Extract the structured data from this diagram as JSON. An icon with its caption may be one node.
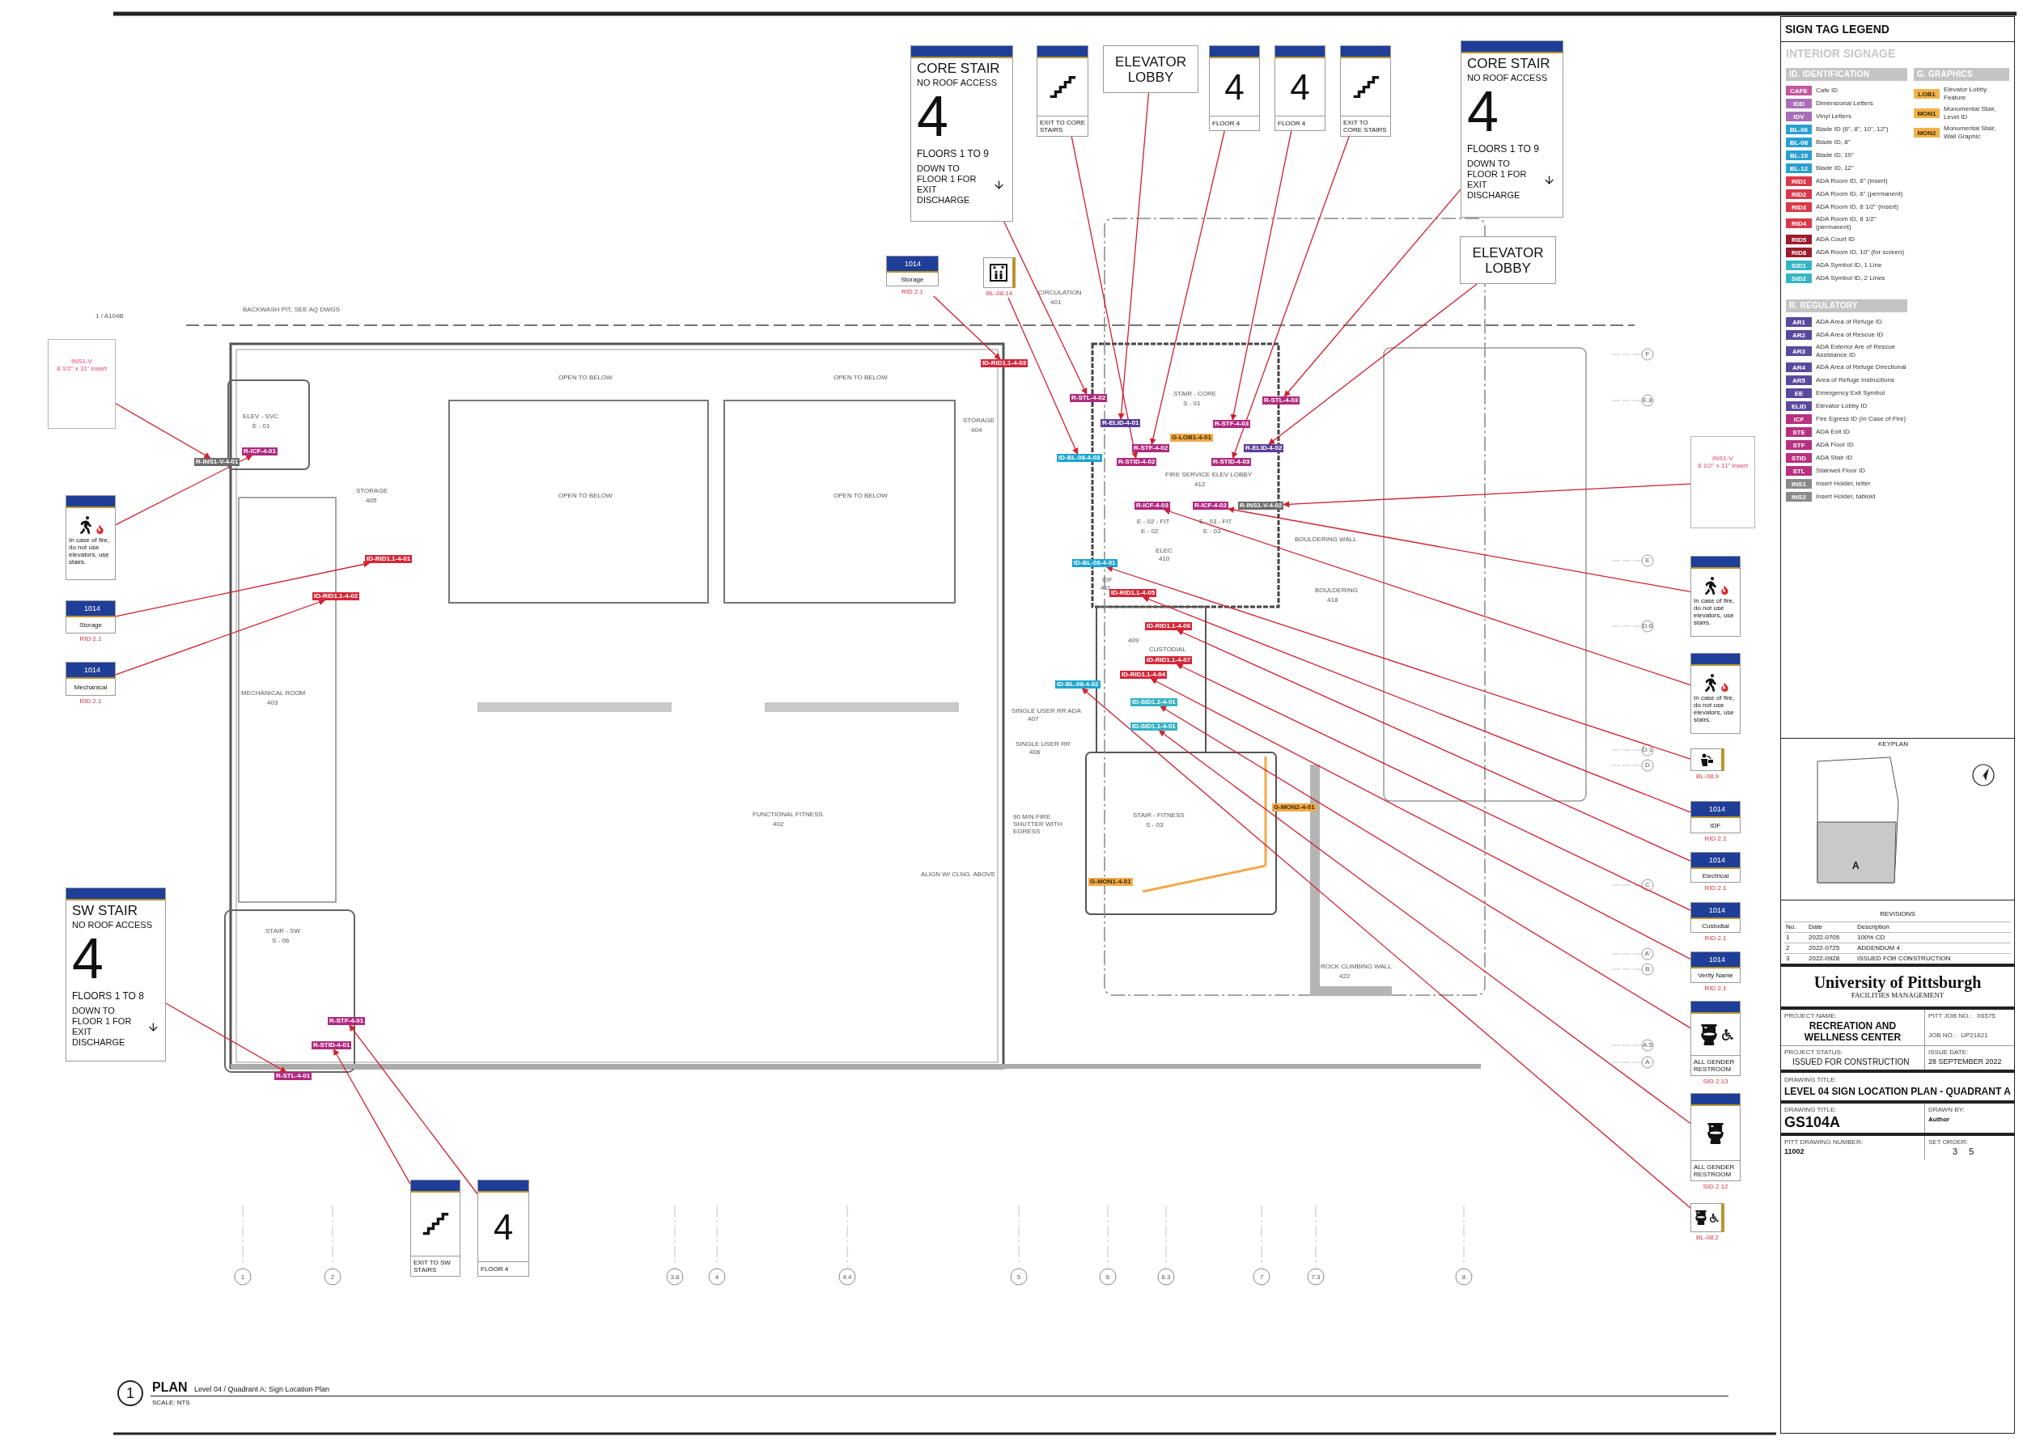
{
  "diagram": {
    "title": "LEVEL 04 SIGN LOCATION PLAN - QUADRANT A",
    "nodes": [
      {
        "text": [
          "CORE STAIR",
          "NO ROOF ACCESS",
          "4",
          "FLOORS 1 TO 9",
          "DOWN TO FLOOR 1 FOR EXIT DISCHARGE"
        ]
      },
      {
        "text": [
          "EXIT TO CORE STAIRS"
        ]
      },
      {
        "text": [
          "ELEVATOR LOBBY"
        ]
      },
      {
        "text": [
          "4",
          "FLOOR 4"
        ]
      },
      {
        "text": [
          "4",
          "FLOOR 4"
        ]
      },
      {
        "text": [
          "EXIT TO CORE STAIRS"
        ]
      },
      {
        "text": [
          "CORE STAIR",
          "NO ROOF ACCESS",
          "4",
          "FLOORS 1 TO 9",
          "DOWN TO FLOOR 1 FOR EXIT DISCHARGE"
        ]
      },
      {
        "text": [
          "ELEVATOR LOBBY"
        ]
      },
      {
        "text": [
          "1014",
          "Storage"
        ],
        "beside": [
          "RID 2.1"
        ]
      },
      {
        "text": [],
        "shape": "picture",
        "beside": [
          "BL-08.14"
        ]
      },
      {
        "text": [
          "INS1-V",
          "8 1/2\" x 11\" insert"
        ]
      },
      {
        "text": [
          "In case of fire, do not use elevators, use stairs."
        ]
      },
      {
        "text": [
          "1014",
          "Storage"
        ],
        "beside": [
          "RID 2.1"
        ]
      },
      {
        "text": [
          "1014",
          "Mechanical"
        ],
        "beside": [
          "RID 2.1"
        ]
      },
      {
        "text": [
          "SW STAIR",
          "NO ROOF ACCESS",
          "4",
          "FLOORS 1 TO 8",
          "DOWN TO FLOOR 1 FOR EXIT DISCHARGE"
        ]
      },
      {
        "text": [
          "INS1-V",
          "8 1/2\" x 11\" insert"
        ]
      },
      {
        "text": [
          "In case of fire, do not use elevators, use stairs."
        ]
      },
      {
        "text": [
          "In case of fire, do not use elevators, use stairs."
        ]
      },
      {
        "text": [],
        "shape": "picture",
        "beside": [
          "BL-08.9"
        ]
      },
      {
        "text": [
          "1014",
          "IDF"
        ],
        "beside": [
          "RID 2.1"
        ]
      },
      {
        "text": [
          "1014",
          "Electrical"
        ],
        "beside": [
          "RID 2.1"
        ]
      },
      {
        "text": [
          "1014",
          "Custodial"
        ],
        "beside": [
          "RID 2.1"
        ]
      },
      {
        "text": [
          "1014",
          "Verify Name"
        ],
        "beside": [
          "RID 2.1"
        ]
      },
      {
        "text": [
          "ALL GENDER RESTROOM"
        ],
        "beside": [
          "SID 2.13"
        ]
      },
      {
        "text": [
          "ALL GENDER RESTROOM"
        ],
        "beside": [
          "SID 2.12"
        ]
      },
      {
        "text": [],
        "shape": "picture",
        "beside": [
          "BL-08.2"
        ]
      },
      {
        "text": [
          "EXIT TO SW STAIRS"
        ]
      },
      {
        "text": [
          "4",
          "FLOOR 4"
        ]
      },
      {
        "text": [
          "R-ICF-4-01"
        ]
      },
      {
        "text": [
          "R-INS1-V-4-01"
        ]
      },
      {
        "text": [
          "ID-RID1.1-4-01"
        ]
      },
      {
        "text": [
          "ID-RID1.1-4-02"
        ]
      },
      {
        "text": [
          "R-STL-4-01"
        ]
      },
      {
        "text": [
          "R-STID-4-01"
        ]
      },
      {
        "text": [
          "R-STF-4-01"
        ]
      },
      {
        "text": [
          "ID-RID1.1-4-03"
        ]
      },
      {
        "text": [
          "R-STL-4-02"
        ]
      },
      {
        "text": [
          "R-ELID-4-01"
        ]
      },
      {
        "text": [
          "R-STF-4-02"
        ]
      },
      {
        "text": [
          "R-STID-4-02"
        ]
      },
      {
        "text": [
          "G-LOB1-4-01"
        ]
      },
      {
        "text": [
          "R-STF-4-03"
        ]
      },
      {
        "text": [
          "R-STID-4-03"
        ]
      },
      {
        "text": [
          "R-STL-4-03"
        ]
      },
      {
        "text": [
          "R-ELID-4-02"
        ]
      },
      {
        "text": [
          "ID-BL-08-4-03"
        ]
      },
      {
        "text": [
          "R-ICF-4-03"
        ]
      },
      {
        "text": [
          "R-ICF-4-02"
        ]
      },
      {
        "text": [
          "R-INS1-V-4-02"
        ]
      },
      {
        "text": [
          "ID-BL-08-4-01"
        ]
      },
      {
        "text": [
          "ID-RID1.1-4-05"
        ]
      },
      {
        "text": [
          "ID-RID1.1-4-06"
        ]
      },
      {
        "text": [
          "ID-RID1.1-4-07"
        ]
      },
      {
        "text": [
          "ID-RID1.1-4-04"
        ]
      },
      {
        "text": [
          "ID-BL-08-4-02"
        ]
      },
      {
        "text": [
          "ID-SID1.2-4-01"
        ]
      },
      {
        "text": [
          "ID-SID1.1-4-01"
        ]
      },
      {
        "text": [
          "G-MON2-4-01"
        ]
      },
      {
        "text": [
          "G-MON1-4-01"
        ]
      }
    ],
    "edges": [
      {
        "from": 0,
        "to": 36,
        "arrow": "to"
      },
      {
        "from": 1,
        "to": 39,
        "arrow": "to"
      },
      {
        "from": 2,
        "to": 37,
        "arrow": "to"
      },
      {
        "from": 3,
        "to": 38,
        "arrow": "to"
      },
      {
        "from": 4,
        "to": 41,
        "arrow": "to"
      },
      {
        "from": 5,
        "to": 42,
        "arrow": "to"
      },
      {
        "from": 6,
        "to": 43,
        "arrow": "to"
      },
      {
        "from": 7,
        "to": 44,
        "arrow": "to"
      },
      {
        "from": 8,
        "to": 35,
        "arrow": "to"
      },
      {
        "from": 9,
        "to": 45,
        "arrow": "to"
      },
      {
        "from": 10,
        "to": 29,
        "arrow": "to"
      },
      {
        "from": 11,
        "to": 28,
        "arrow": "to"
      },
      {
        "from": 12,
        "to": 30,
        "arrow": "to"
      },
      {
        "from": 13,
        "to": 31,
        "arrow": "to"
      },
      {
        "from": 14,
        "to": 32,
        "arrow": "to"
      },
      {
        "from": 15,
        "to": 48,
        "arrow": "to"
      },
      {
        "from": 16,
        "to": 47,
        "arrow": "to"
      },
      {
        "from": 17,
        "to": 46,
        "arrow": "to"
      },
      {
        "from": 18,
        "to": 49,
        "arrow": "to"
      },
      {
        "from": 19,
        "to": 50,
        "arrow": "to"
      },
      {
        "from": 20,
        "to": 51,
        "arrow": "to"
      },
      {
        "from": 21,
        "to": 52,
        "arrow": "to"
      },
      {
        "from": 22,
        "to": 53,
        "arrow": "to"
      },
      {
        "from": 23,
        "to": 55,
        "arrow": "to"
      },
      {
        "from": 24,
        "to": 56,
        "arrow": "to"
      },
      {
        "from": 25,
        "to": 54,
        "arrow": "to"
      },
      {
        "from": 26,
        "to": 33,
        "arrow": "to"
      },
      {
        "from": 27,
        "to": 34,
        "arrow": "to"
      }
    ],
    "labels": [
      "CAFE",
      "IDD",
      "IDV",
      "BL-06",
      "BL-08",
      "BL-10",
      "BL-12",
      "RID1",
      "RID2",
      "RID3",
      "RID4",
      "RID5",
      "RID8",
      "SID1",
      "SID2",
      "LOB1",
      "MON1",
      "MON2",
      "AR1",
      "AR2",
      "AR3",
      "AR4",
      "AR5",
      "EE",
      "ELID",
      "ICF",
      "STE",
      "STF",
      "STID",
      "STL",
      "INS1",
      "INS2",
      "SIGN TAG LEGEND",
      "INTERIOR SIGNAGE",
      "ID. IDENTIFICATION",
      "G. GRAPHICS",
      "R. REGULATORY",
      "1 / A104B",
      "BACKWASH PIT, SEE AQ DWGS",
      "ELEV - SVC",
      "E - 01",
      "STORAGE",
      "405",
      "MECHANICAL ROOM",
      "403",
      "STAIR - SW",
      "S - 06",
      "OPEN TO BELOW",
      "OPEN TO BELOW",
      "OPEN TO BELOW",
      "OPEN TO BELOW",
      "FUNCTIONAL FITNESS",
      "402",
      "CIRCULATION",
      "401",
      "STORAGE",
      "404",
      "STAIR - CORE",
      "S - 01",
      "FIRE SERVICE ELEV LOBBY",
      "412",
      "E - 02 - FIT",
      "E - 02",
      "E - 03 - FIT",
      "E - 03",
      "IDF",
      "411",
      "ELEC",
      "410",
      "CUSTODIAL",
      "409",
      "SINGLE USER RR ADA",
      "407",
      "SINGLE USER RR",
      "406",
      "STAIR - FITNESS",
      "S - 03",
      "BOULDERING WALL",
      "BOULDERING",
      "418",
      "ROCK CLIMBING WALL",
      "422",
      "90 MIN FIRE SHUTTER WITH EGRESS",
      "ALIGN W/ CLNG. ABOVE",
      "1",
      "2",
      "3.8",
      "4",
      "4.4",
      "5",
      "6",
      "6.3",
      "7",
      "7.3",
      "8",
      "F",
      "E.8",
      "E",
      "D.6",
      "D.1",
      "D",
      "C",
      "A'",
      "B",
      "A.5",
      "A",
      "1",
      "PLAN",
      "Level 04 / Quadrant A: Sign Location Plan",
      "SCALE: NTS",
      "KEYPLAN",
      "A",
      "REVISIONS",
      "No.",
      "Date",
      "Description",
      "1",
      "2022-0705",
      "100% CD",
      "2",
      "2022-0725",
      "ADDENDUM 4",
      "3",
      "2022-0928",
      "ISSUED FOR CONSTRUCTION",
      "University of Pittsburgh",
      "FACILITIES MANAGEMENT",
      "PROJECT NAME:",
      "RECREATION AND WELLNESS CENTER",
      "PITT JOB NO.:",
      "X6575",
      "JOB NO.:",
      "UP21621",
      "PROJECT STATUS:",
      "ISSUED FOR CONSTRUCTION",
      "ISSUE DATE:",
      "28 SEPTEMBER 2022",
      "DRAWING TITLE:",
      "DRAWING TITLE:",
      "GS104A",
      "DRAWN BY:",
      "Author",
      "PITT DRAWING NUMBER:",
      "11002",
      "SET ORDER:",
      "3",
      "5"
    ],
    "legend": [
      {
        "text": "Cafe ID",
        "color": "#c2579c"
      },
      {
        "text": "Dimensional Letters",
        "color": "#a86fb8"
      },
      {
        "text": "Vinyl Letters",
        "color": "#a86fb8"
      },
      {
        "text": "Blade ID (6\", 8\", 10\", 12\")",
        "color": "#2a9fd0"
      },
      {
        "text": "Blade ID, 8\"",
        "color": "#2a9fd0"
      },
      {
        "text": "Blade ID, 10\"",
        "color": "#2a9fd0"
      },
      {
        "text": "Blade ID, 12\"",
        "color": "#2a9fd0"
      },
      {
        "text": "ADA Room ID, 6\" (insert)",
        "color": "#d93a4a"
      },
      {
        "text": "ADA Room ID, 6\" (permanent)",
        "color": "#d93a4a"
      },
      {
        "text": "ADA Room ID, 8 1/2\" (insert)",
        "color": "#d93a4a"
      },
      {
        "text": "ADA Room ID, 8 1/2\" (permanent)",
        "color": "#d93a4a"
      },
      {
        "text": "ADA Court ID",
        "color": "#9b1c2c"
      },
      {
        "text": "ADA Room ID, 10\" (for screen)",
        "color": "#9b1c2c"
      },
      {
        "text": "ADA Symbol ID, 1 Line",
        "color": "#35b5c4"
      },
      {
        "text": "ADA Symbol ID, 2 Lines",
        "color": "#35b5c4"
      },
      {
        "text": "Elevator Lobby Feature",
        "color": "#f1b24a"
      },
      {
        "text": "Monumental Stair, Level ID",
        "color": "#f1b24a"
      },
      {
        "text": "Monumental Stair, Wall Graphic",
        "color": "#f1b24a"
      },
      {
        "text": "ADA Area of Refuge ID",
        "color": "#5a4a9e"
      },
      {
        "text": "ADA Area of Rescue ID",
        "color": "#5a4a9e"
      },
      {
        "text": "ADA Exterior Are of Rescue Assistance ID",
        "color": "#5a4a9e"
      },
      {
        "text": "ADA Area of Refuge Directional",
        "color": "#5a4a9e"
      },
      {
        "text": "Area of Refuge Instructions",
        "color": "#5a4a9e"
      },
      {
        "text": "Emergency Exit Symbol",
        "color": "#5a4a9e"
      },
      {
        "text": "Elevator Lobby ID",
        "color": "#5a4a9e"
      },
      {
        "text": "Fire Egress ID (In Case of Fire)",
        "color": "#b8307f"
      },
      {
        "text": "ADA Exit ID",
        "color": "#b8307f"
      },
      {
        "text": "ADA Floor ID",
        "color": "#b8307f"
      },
      {
        "text": "ADA Stair ID",
        "color": "#b8307f"
      },
      {
        "text": "Stairwell Floor ID",
        "color": "#b8307f"
      },
      {
        "text": "Insert Holder, letter",
        "color": "#8a8a8a"
      },
      {
        "text": "Insert Holder, tabloid",
        "color": "#8a8a8a"
      }
    ]
  }
}
